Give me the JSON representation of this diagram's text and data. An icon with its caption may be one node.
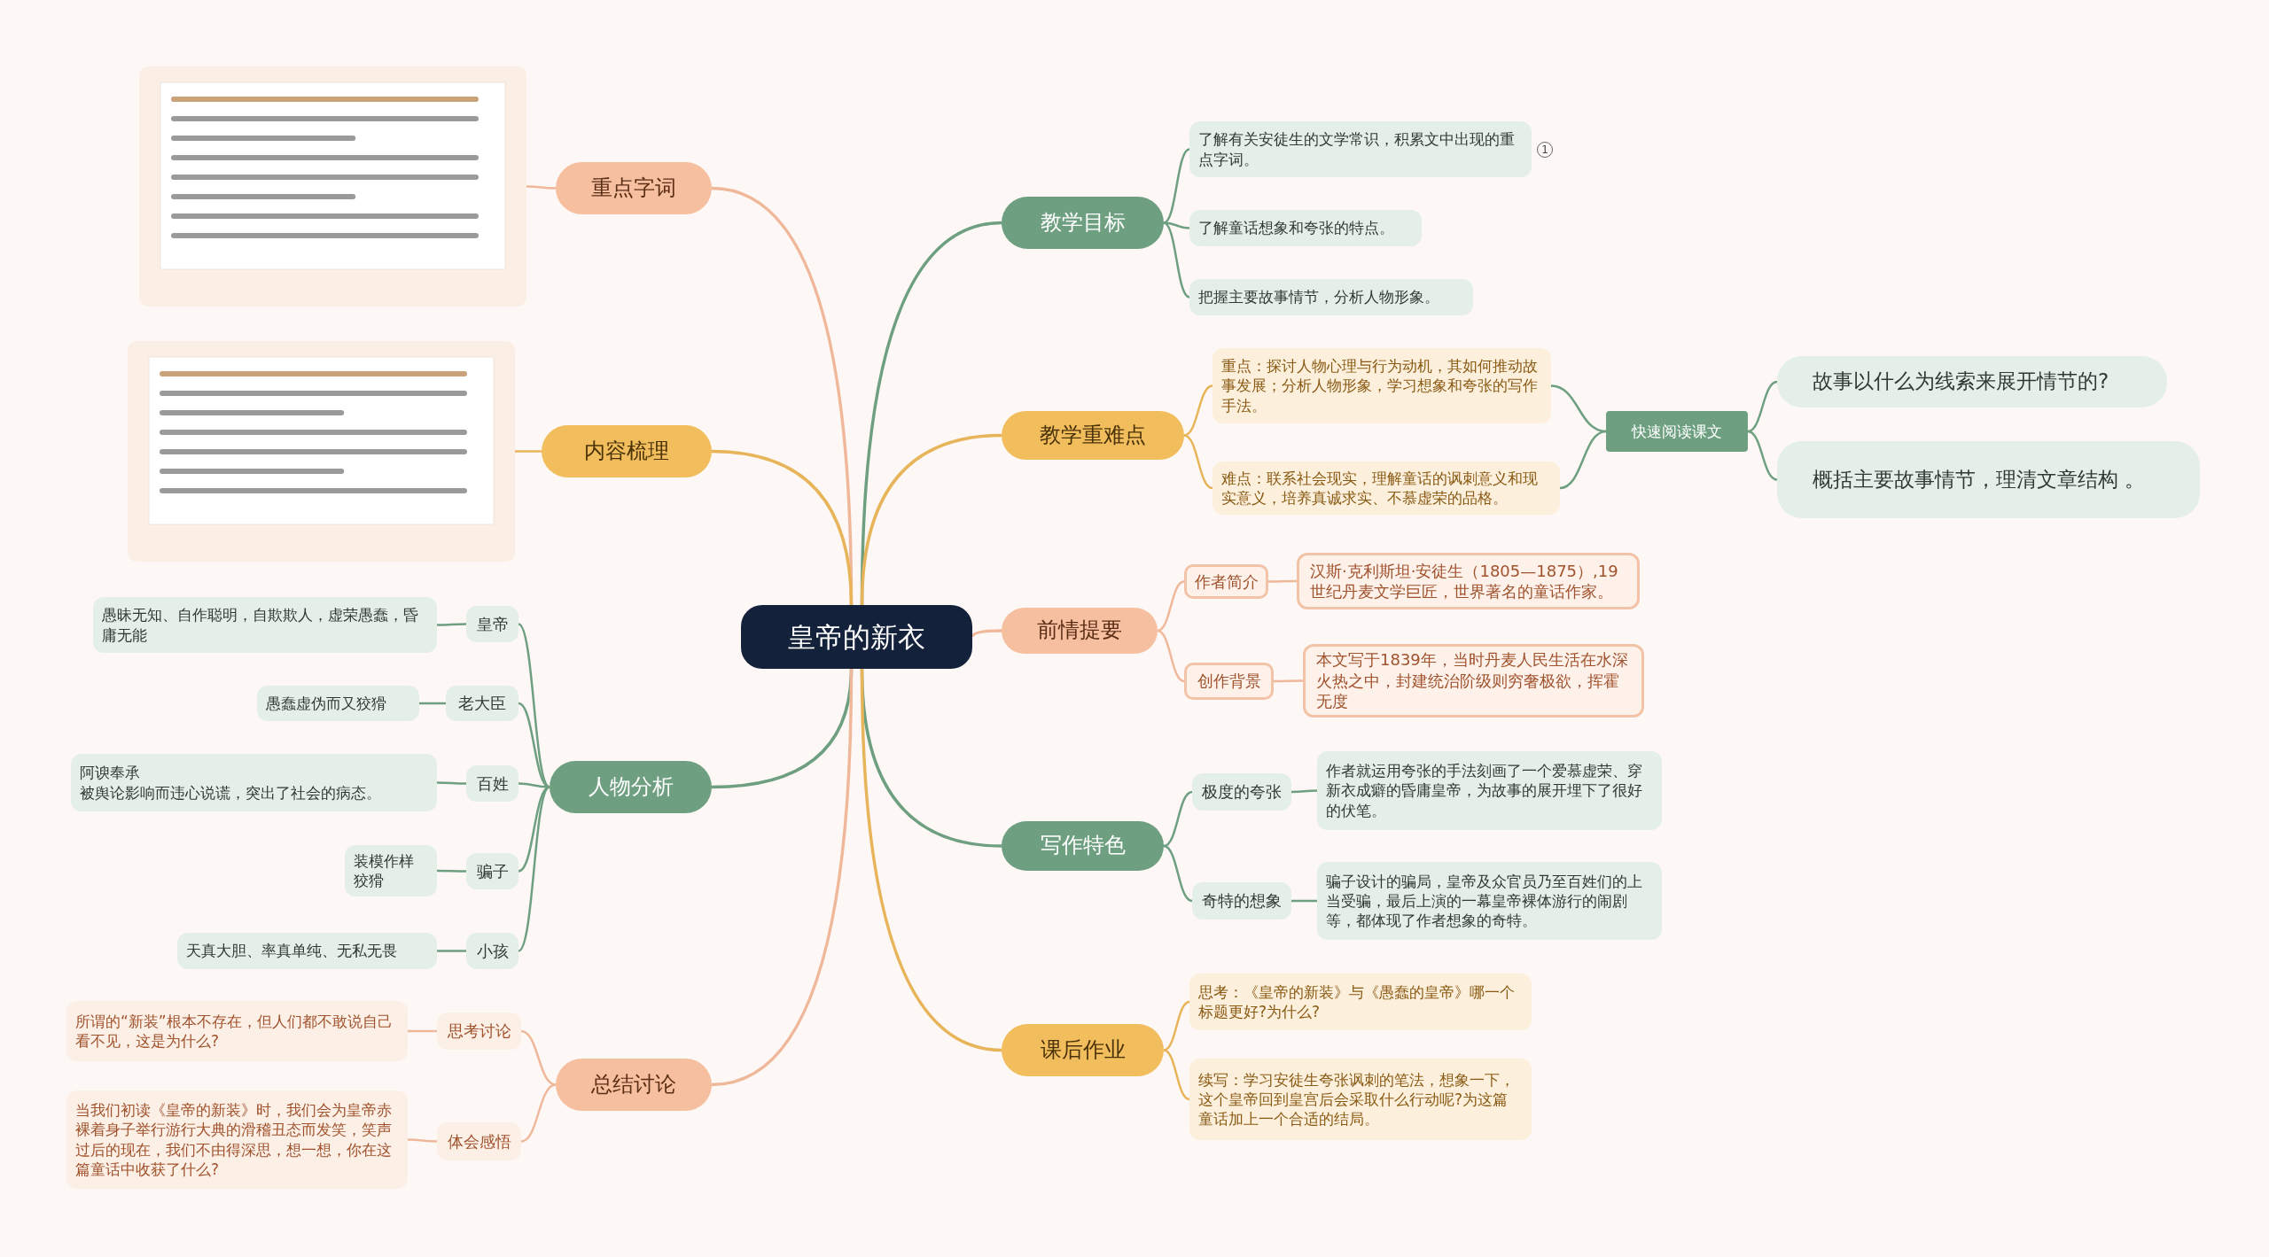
{
  "diagram": {
    "nodes": [
      {
        "text": [
          "皇帝的新衣"
        ]
      },
      {
        "text": [
          "重点字词"
        ]
      },
      {
        "text": [],
        "shape": "picture"
      },
      {
        "text": [
          "内容梳理"
        ]
      },
      {
        "text": [],
        "shape": "picture"
      },
      {
        "text": [
          "人物分析"
        ]
      },
      {
        "text": [
          "皇帝"
        ]
      },
      {
        "text": [
          "愚昧无知、自作聪明，自欺欺人，虚荣愚蠢，昏庸无能"
        ]
      },
      {
        "text": [
          "老大臣"
        ]
      },
      {
        "text": [
          "愚蠢虚伪而又狡猾"
        ]
      },
      {
        "text": [
          "百姓"
        ]
      },
      {
        "text": [
          "阿谀奉承",
          "被舆论影响而违心说谎，突出了社会的病态。"
        ]
      },
      {
        "text": [
          "骗子"
        ]
      },
      {
        "text": [
          "装模作样",
          "狡猾"
        ]
      },
      {
        "text": [
          "小孩"
        ]
      },
      {
        "text": [
          "天真大胆、率真单纯、无私无畏"
        ]
      },
      {
        "text": [
          "总结讨论"
        ]
      },
      {
        "text": [
          "思考讨论"
        ]
      },
      {
        "text": [
          "所谓的“新装”根本不存在，但人们都不敢说自己看不见，这是为什么?"
        ]
      },
      {
        "text": [
          "体会感悟"
        ]
      },
      {
        "text": [
          "当我们初读《皇帝的新装》时，我们会为皇帝赤裸着身子举行游行大典的滑稽丑态而发笑，笑声过后的现在，我们不由得深思，想一想，你在这篇童话中收获了什么?"
        ]
      },
      {
        "text": [
          "教学目标"
        ]
      },
      {
        "text": [
          "了解有关安徒生的文学常识，积累文中出现的重点字词。"
        ],
        "beside": [
          "1"
        ]
      },
      {
        "text": [
          "了解童话想象和夸张的特点。"
        ]
      },
      {
        "text": [
          "把握主要故事情节，分析人物形象。"
        ]
      },
      {
        "text": [
          "教学重难点"
        ]
      },
      {
        "text": [
          "重点：探讨人物心理与行为动机，其如何推动故事发展；分析人物形象，学习想象和夸张的写作手法。"
        ]
      },
      {
        "text": [
          "难点：联系社会现实，理解童话的讽刺意义和现实意义，培养真诚求实、不慕虚荣的品格。"
        ]
      },
      {
        "text": [
          "快速阅读课文"
        ]
      },
      {
        "text": [
          "故事以什么为线索来展开情节的?"
        ]
      },
      {
        "text": [
          "概括主要故事情节，理清文章结构 。"
        ]
      },
      {
        "text": [
          "前情提要"
        ]
      },
      {
        "text": [
          "作者简介"
        ]
      },
      {
        "text": [
          "汉斯·克利斯坦·安徒生（1805—1875）,19世纪丹麦文学巨匠，世界著名的童话作家。"
        ]
      },
      {
        "text": [
          "创作背景"
        ]
      },
      {
        "text": [
          "本文写于1839年，当时丹麦人民生活在水深火热之中，封建统治阶级则穷奢极欲，挥霍无度"
        ]
      },
      {
        "text": [
          "写作特色"
        ]
      },
      {
        "text": [
          "极度的夸张"
        ]
      },
      {
        "text": [
          "作者就运用夸张的手法刻画了一个爱慕虚荣、穿新衣成癖的昏庸皇帝，为故事的展开埋下了很好的伏笔。"
        ]
      },
      {
        "text": [
          "奇特的想象"
        ]
      },
      {
        "text": [
          "骗子设计的骗局，皇帝及众官员乃至百姓们的上当受骗，最后上演的一幕皇帝裸体游行的闹剧等，都体现了作者想象的奇特。"
        ]
      },
      {
        "text": [
          "课后作业"
        ]
      },
      {
        "text": [
          "思考：《皇帝的新装》与《愚蠢的皇帝》哪一个标题更好?为什么?"
        ]
      },
      {
        "text": [
          "续写：学习安徒生夸张讽刺的笔法，想象一下，这个皇帝回到皇宫后会采取什么行动呢?为这篇童话加上一个合适的结局。"
        ]
      }
    ],
    "edges": [
      {
        "from": 0,
        "to": 1,
        "arrow": "none",
        "color": "#f0b89a"
      },
      {
        "from": 1,
        "to": 2,
        "arrow": "none",
        "color": "#f0b89a"
      },
      {
        "from": 0,
        "to": 3,
        "arrow": "none",
        "color": "#e8b45a"
      },
      {
        "from": 3,
        "to": 4,
        "arrow": "none",
        "color": "#e8b45a"
      },
      {
        "from": 0,
        "to": 5,
        "arrow": "none"
      },
      {
        "from": 5,
        "to": 6,
        "arrow": "none"
      },
      {
        "from": 5,
        "to": 8,
        "arrow": "none"
      },
      {
        "from": 5,
        "to": 10,
        "arrow": "none"
      },
      {
        "from": 5,
        "to": 12,
        "arrow": "none"
      },
      {
        "from": 5,
        "to": 14,
        "arrow": "none"
      },
      {
        "from": 6,
        "to": 7,
        "arrow": "none"
      },
      {
        "from": 8,
        "to": 9,
        "arrow": "none"
      },
      {
        "from": 10,
        "to": 11,
        "arrow": "none"
      },
      {
        "from": 12,
        "to": 13,
        "arrow": "none"
      },
      {
        "from": 14,
        "to": 15,
        "arrow": "none"
      },
      {
        "from": 0,
        "to": 16,
        "arrow": "none",
        "color": "#f0b89a"
      },
      {
        "from": 16,
        "to": 17,
        "arrow": "none",
        "color": "#f0b89a"
      },
      {
        "from": 16,
        "to": 19,
        "arrow": "none",
        "color": "#f0b89a"
      },
      {
        "from": 17,
        "to": 18,
        "arrow": "none",
        "color": "#f0b89a"
      },
      {
        "from": 19,
        "to": 20,
        "arrow": "none",
        "color": "#f0b89a"
      },
      {
        "from": 0,
        "to": 21,
        "arrow": "none"
      },
      {
        "from": 21,
        "to": 22,
        "arrow": "none"
      },
      {
        "from": 21,
        "to": 23,
        "arrow": "none"
      },
      {
        "from": 21,
        "to": 24,
        "arrow": "none"
      },
      {
        "from": 0,
        "to": 25,
        "arrow": "none",
        "color": "#e8b45a"
      },
      {
        "from": 25,
        "to": 26,
        "arrow": "none",
        "color": "#e8b45a"
      },
      {
        "from": 25,
        "to": 27,
        "arrow": "none",
        "color": "#e8b45a"
      },
      {
        "from": 26,
        "to": 28,
        "arrow": "none"
      },
      {
        "from": 27,
        "to": 28,
        "arrow": "none"
      },
      {
        "from": 28,
        "to": 29,
        "arrow": "none"
      },
      {
        "from": 28,
        "to": 30,
        "arrow": "none"
      },
      {
        "from": 0,
        "to": 31,
        "arrow": "none",
        "color": "#f0b89a"
      },
      {
        "from": 31,
        "to": 32,
        "arrow": "none",
        "color": "#f0b89a"
      },
      {
        "from": 31,
        "to": 34,
        "arrow": "none",
        "color": "#f0b89a"
      },
      {
        "from": 32,
        "to": 33,
        "arrow": "none",
        "color": "#f0b89a"
      },
      {
        "from": 34,
        "to": 35,
        "arrow": "none",
        "color": "#f0b89a"
      },
      {
        "from": 0,
        "to": 36,
        "arrow": "none"
      },
      {
        "from": 36,
        "to": 37,
        "arrow": "none"
      },
      {
        "from": 36,
        "to": 39,
        "arrow": "none"
      },
      {
        "from": 37,
        "to": 38,
        "arrow": "none"
      },
      {
        "from": 39,
        "to": 40,
        "arrow": "none"
      },
      {
        "from": 0,
        "to": 41,
        "arrow": "none",
        "color": "#e8b45a"
      },
      {
        "from": 41,
        "to": 42,
        "arrow": "none",
        "color": "#e8b45a"
      },
      {
        "from": 41,
        "to": 43,
        "arrow": "none",
        "color": "#e8b45a"
      }
    ]
  }
}
